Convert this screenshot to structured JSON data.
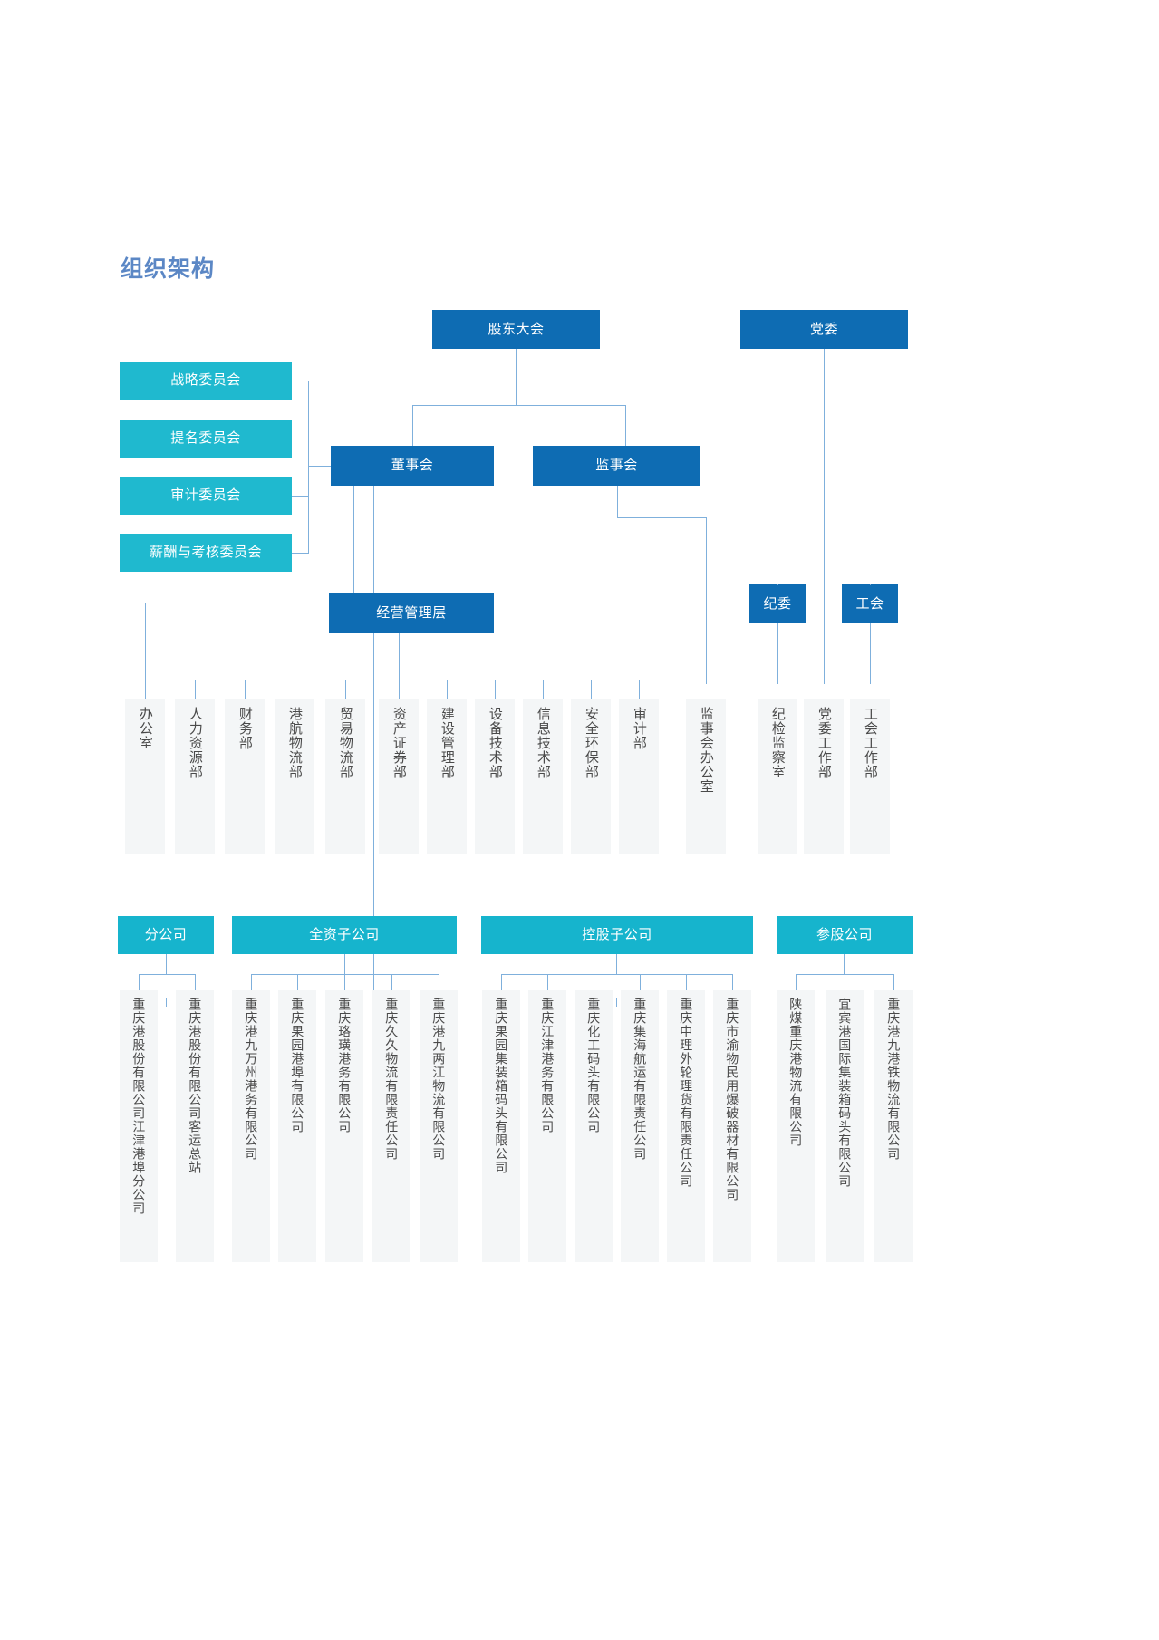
{
  "page": {
    "title": "组织架构",
    "colors": {
      "title": "#5b87c5",
      "blue_box": "#0e6cb3",
      "teal_box": "#1fb9cf",
      "column_bg": "#f4f6f7",
      "connector": "#7fb0dc"
    }
  },
  "top": {
    "shareholders_meeting": "股东大会",
    "party_committee": "党委"
  },
  "committees": [
    {
      "label": "战略委员会"
    },
    {
      "label": "提名委员会"
    },
    {
      "label": "审计委员会"
    },
    {
      "label": "薪酬与考核委员会"
    }
  ],
  "governance": {
    "board_of_directors": "董事会",
    "board_of_supervisors": "监事会",
    "management": "经营管理层",
    "discipline_committee": "纪委",
    "labor_union": "工会"
  },
  "departments": {
    "group_left": [
      "办公室",
      "人力资源部",
      "财务部",
      "港航物流部",
      "贸易物流部"
    ],
    "group_right": [
      "资产证券部",
      "建设管理部",
      "设备技术部",
      "信息技术部",
      "安全环保部",
      "审计部"
    ],
    "supervisor_office": "监事会办公室",
    "party_side": [
      "纪检监察室",
      "党委工作部",
      "工会工作部"
    ]
  },
  "subsidiary_groups": [
    {
      "label": "分公司",
      "children": [
        "重庆港股份有限公司江津港埠分公司",
        "重庆港股份有限公司客运总站"
      ]
    },
    {
      "label": "全资子公司",
      "children": [
        "重庆港九万州港务有限公司",
        "重庆果园港埠有限公司",
        "重庆珞璜港务有限公司",
        "重庆久久物流有限责任公司",
        "重庆港九两江物流有限公司"
      ]
    },
    {
      "label": "控股子公司",
      "children": [
        "重庆果园集装箱码头有限公司",
        "重庆江津港务有限公司",
        "重庆化工码头有限公司",
        "重庆集海航运有限责任公司",
        "重庆中理外轮理货有限责任公司",
        "重庆市渝物民用爆破器材有限公司"
      ]
    },
    {
      "label": "参股公司",
      "children": [
        "陕煤重庆港物流有限公司",
        "宜宾港国际集装箱码头有限公司",
        "重庆港九港铁物流有限公司"
      ]
    }
  ]
}
